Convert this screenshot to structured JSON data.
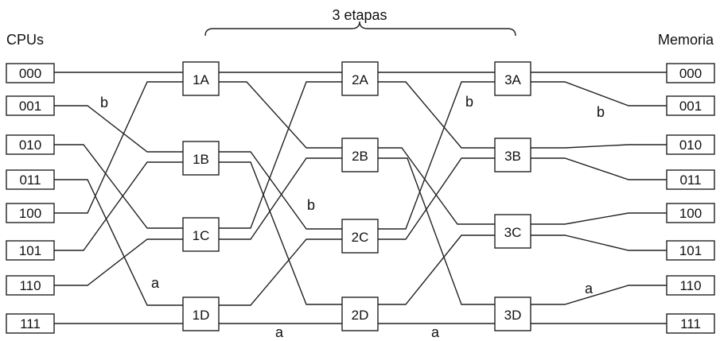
{
  "header": {
    "stages_label": "3 etapas",
    "cpus_label": "CPUs",
    "memory_label": "Memoria"
  },
  "cpus": [
    "000",
    "001",
    "010",
    "011",
    "100",
    "101",
    "110",
    "111"
  ],
  "memories": [
    "000",
    "001",
    "010",
    "011",
    "100",
    "101",
    "110",
    "111"
  ],
  "switches": [
    "1A",
    "1B",
    "1C",
    "1D",
    "2A",
    "2B",
    "2C",
    "2D",
    "3A",
    "3B",
    "3C",
    "3D"
  ],
  "path_labels": {
    "b1": "b",
    "b2": "b",
    "b3": "b",
    "b4": "b",
    "a1": "a",
    "a2": "a",
    "a3": "a",
    "a4": "a"
  }
}
